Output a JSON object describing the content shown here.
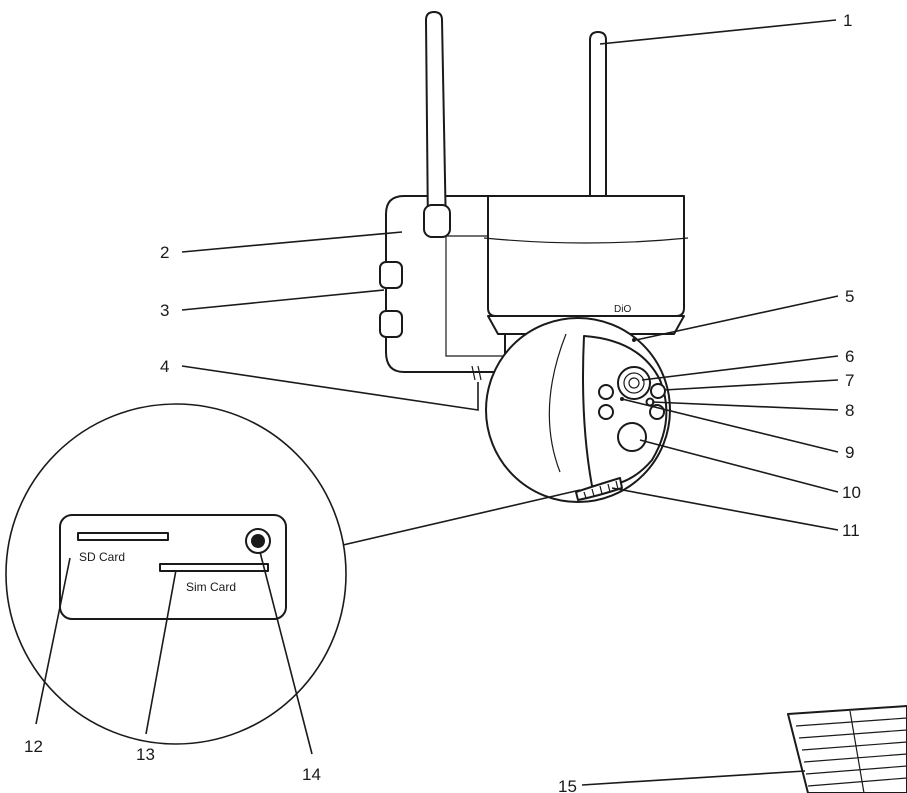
{
  "diagram": {
    "callouts": [
      {
        "id": "1",
        "text": "1"
      },
      {
        "id": "2",
        "text": "2"
      },
      {
        "id": "3",
        "text": "3"
      },
      {
        "id": "4",
        "text": "4"
      },
      {
        "id": "5",
        "text": "5"
      },
      {
        "id": "6",
        "text": "6"
      },
      {
        "id": "7",
        "text": "7"
      },
      {
        "id": "8",
        "text": "8"
      },
      {
        "id": "9",
        "text": "9"
      },
      {
        "id": "10",
        "text": "10"
      },
      {
        "id": "11",
        "text": "11"
      },
      {
        "id": "12",
        "text": "12"
      },
      {
        "id": "13",
        "text": "13"
      },
      {
        "id": "14",
        "text": "14"
      },
      {
        "id": "15",
        "text": "15"
      }
    ],
    "brand": "DiO",
    "slots": {
      "sd": "SD Card",
      "sim": "Sim Card"
    }
  }
}
